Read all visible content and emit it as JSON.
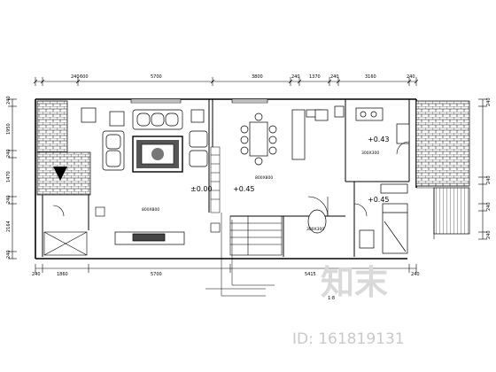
{
  "dimensions": {
    "top": [
      "240",
      "600",
      "5700",
      "3800",
      "240",
      "1370",
      "240",
      "3160",
      "240"
    ],
    "bottom": [
      "240",
      "1860",
      "5700",
      "5415",
      "240"
    ],
    "left": [
      "240",
      "1950",
      "240",
      "1470",
      "240",
      "2164",
      "240"
    ],
    "right": [
      "240",
      "240",
      "240",
      "240"
    ]
  },
  "levels": {
    "living": "±0.00",
    "dining": "+0.45",
    "kitchen": "+0.43",
    "bath": "+0.45"
  },
  "floor_notes": {
    "living": "800X800",
    "dining": "800X800",
    "kitchen": "300X300",
    "bath": "300X300"
  },
  "scale_note": "1:8",
  "watermark": {
    "brand": "知末",
    "id": "ID: 161819131"
  }
}
